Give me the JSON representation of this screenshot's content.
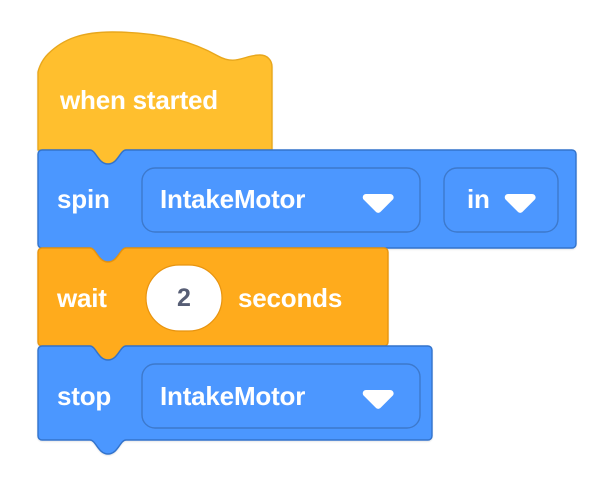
{
  "workspace": {
    "name": "vex-vr-block-workspace",
    "background_color": "#ffffff"
  },
  "palette": {
    "event_block_color": "#ffbf2f",
    "event_block_stroke": "#e8a71d",
    "motion_block_color": "#4c97ff",
    "motion_block_stroke": "#3373cc",
    "control_block_color": "#ffab1a",
    "control_block_stroke": "#e8940f",
    "field_stroke": "#3d79cc",
    "text_color": "#ffffff",
    "number_text_color": "#575e75",
    "number_field_fill": "#ffffff"
  },
  "script": {
    "name": "intake-motor-script",
    "blocks": [
      {
        "id": "when-started",
        "kind": "hat",
        "category": "event",
        "label": "when started",
        "fields": []
      },
      {
        "id": "spin",
        "kind": "stack",
        "category": "motion",
        "label": "spin",
        "fields": [
          {
            "id": "spin-motor",
            "type": "dropdown",
            "value": "IntakeMotor",
            "icon": "chevron-down-icon"
          },
          {
            "id": "spin-direction",
            "type": "dropdown",
            "value": "in",
            "icon": "chevron-down-icon"
          }
        ]
      },
      {
        "id": "wait",
        "kind": "stack",
        "category": "control",
        "label": "wait",
        "suffix": "seconds",
        "fields": [
          {
            "id": "wait-duration",
            "type": "number",
            "value": "2"
          }
        ]
      },
      {
        "id": "stop",
        "kind": "stack",
        "category": "motion",
        "label": "stop",
        "fields": [
          {
            "id": "stop-motor",
            "type": "dropdown",
            "value": "IntakeMotor",
            "icon": "chevron-down-icon"
          }
        ]
      }
    ]
  }
}
